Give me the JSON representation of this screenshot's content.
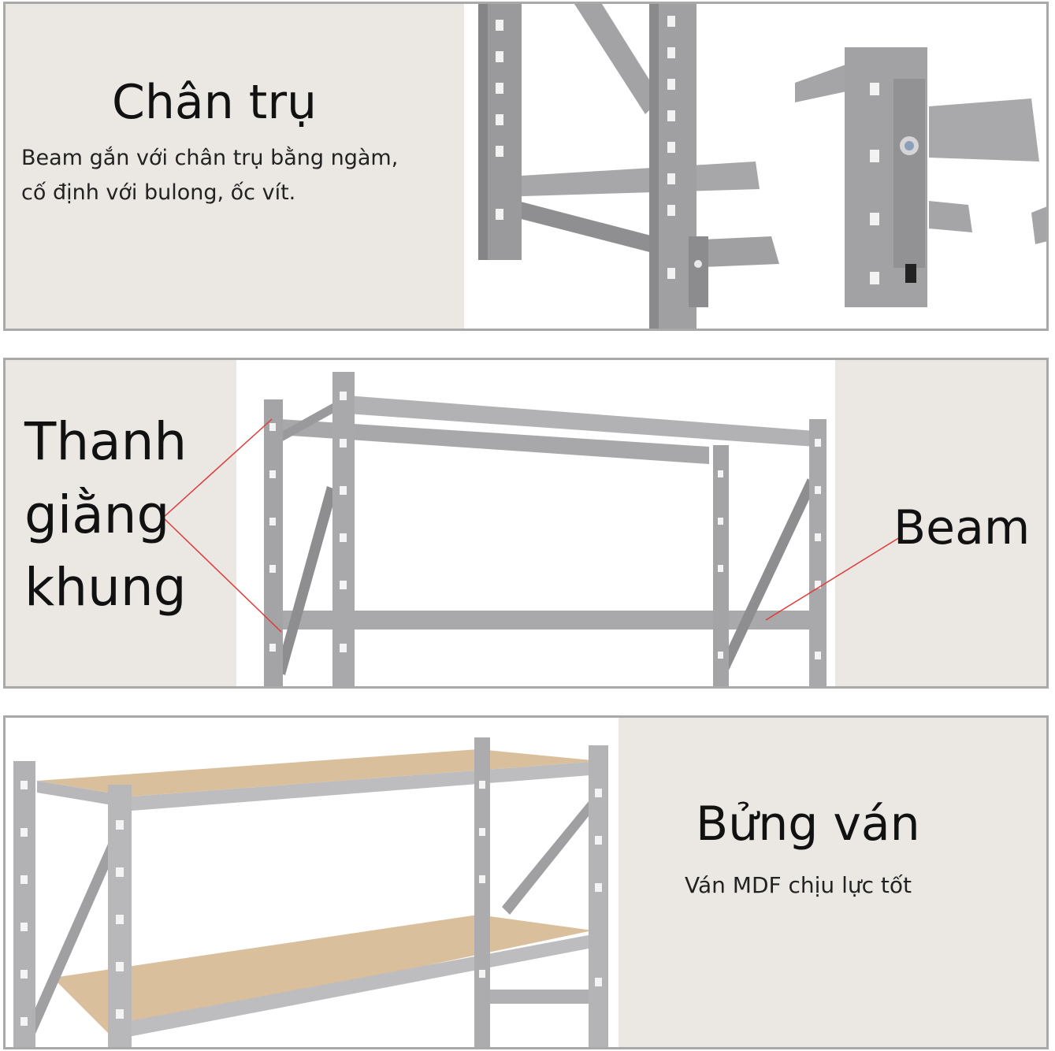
{
  "panels": [
    {
      "title": "Chân trụ",
      "description_lines": [
        "Beam gắn với chân trụ bằng ngàm,",
        "cố định với bulong, ốc vít."
      ]
    },
    {
      "title_lines": [
        "Thanh",
        "giằng",
        "khung"
      ],
      "label_right": "Beam"
    },
    {
      "title": "Bửng ván",
      "description": "Ván MDF chịu lực tốt"
    }
  ],
  "colors": {
    "panel_background": "#ebe8e4",
    "panel_border": "#a9a9a9",
    "steel": "#9c9c9e",
    "board": "#d9bf9c",
    "leader_line": "#e03a3a"
  },
  "icons": [
    "upright-post-photo",
    "rack-frame-photo",
    "shelving-with-boards-photo"
  ]
}
